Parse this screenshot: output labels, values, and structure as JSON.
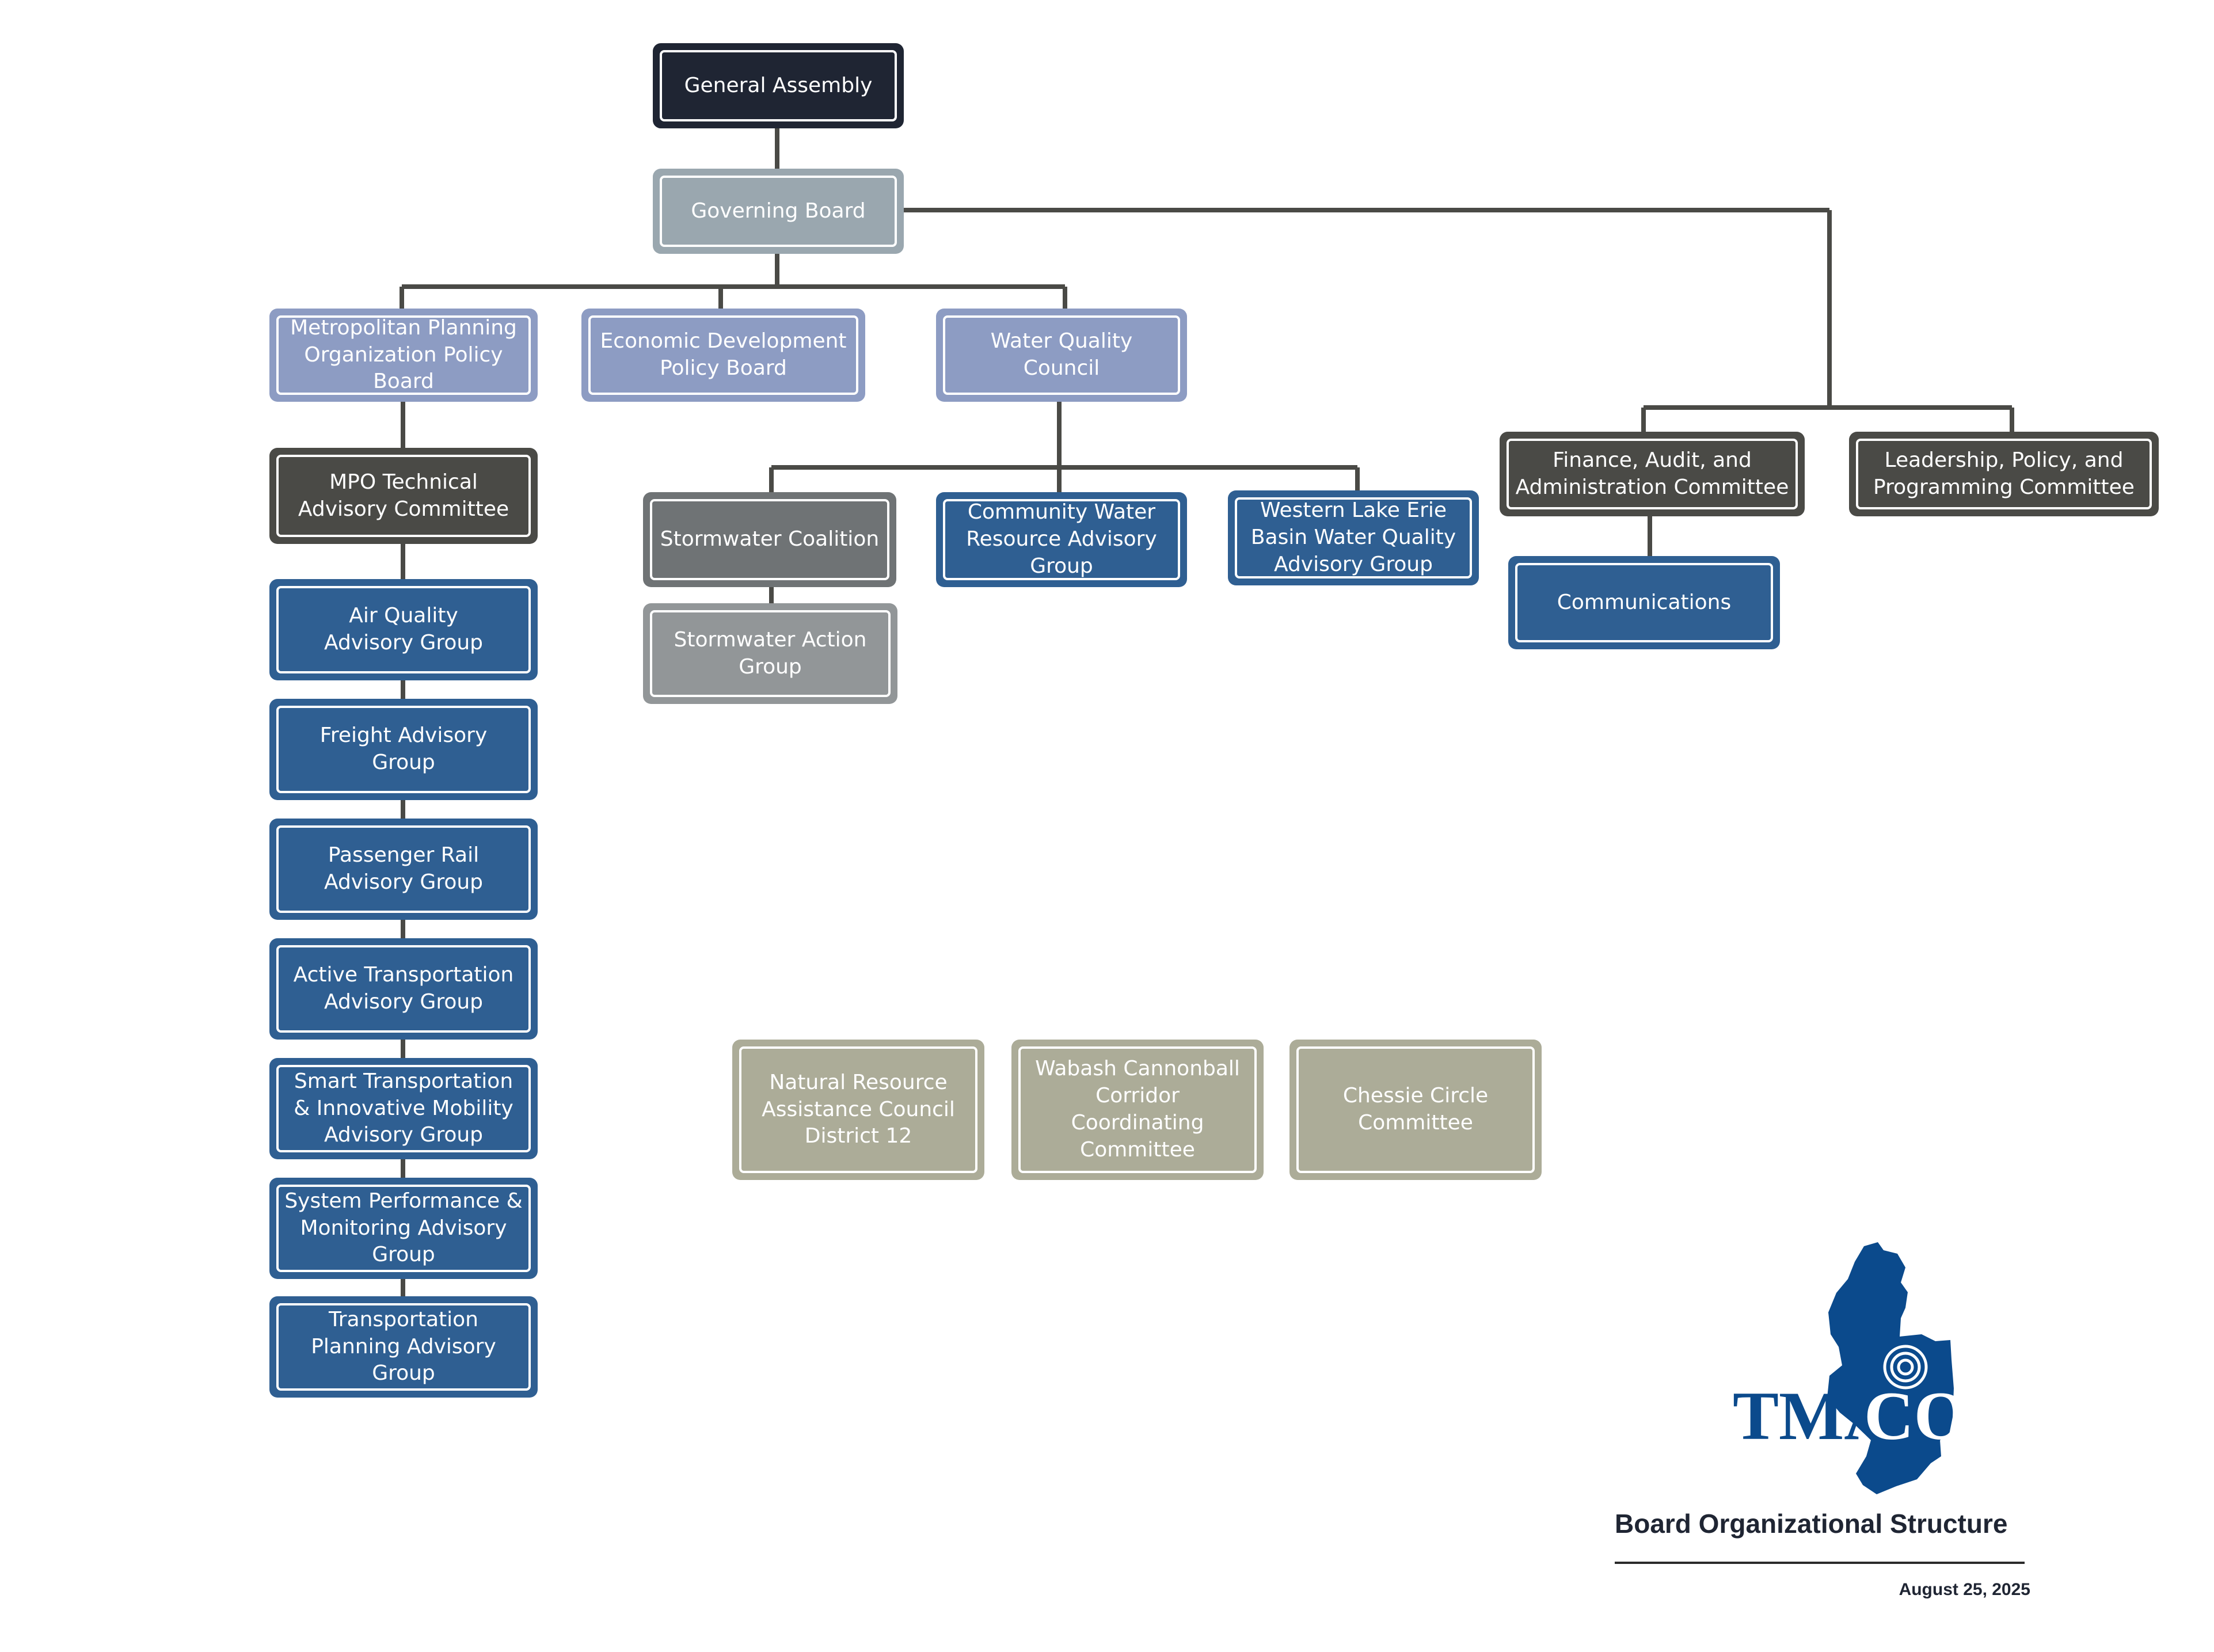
{
  "nodes": {
    "general_assembly": "General Assembly",
    "governing_board": "Governing Board",
    "mpo_policy_board": "Metropolitan Planning\nOrganization Policy\nBoard",
    "econ_dev_board": "Economic Development\nPolicy Board",
    "water_quality_council": "Water Quality\nCouncil",
    "mpo_tac": "MPO Technical\nAdvisory Committee",
    "air_quality": "Air Quality\nAdvisory Group",
    "freight": "Freight Advisory\nGroup",
    "passenger_rail": "Passenger Rail\nAdvisory Group",
    "active_transport": "Active Transportation\nAdvisory Group",
    "smart_transport": "Smart Transportation\n& Innovative Mobility\nAdvisory Group",
    "system_performance": "System Performance &\nMonitoring Advisory\nGroup",
    "transport_planning": "Transportation\nPlanning Advisory\nGroup",
    "stormwater_coalition": "Stormwater Coalition",
    "stormwater_action": "Stormwater Action\nGroup",
    "community_water": "Community Water\nResource Advisory\nGroup",
    "western_lake_erie": "Western Lake Erie\nBasin Water Quality\nAdvisory Group",
    "finance_committee": "Finance, Audit, and\nAdministration Committee",
    "leadership_committee": "Leadership, Policy, and\nProgramming Committee",
    "communications": "Communications",
    "natural_resource": "Natural Resource\nAssistance Council\nDistrict 12",
    "wabash": "Wabash Cannonball\nCorridor Coordinating\nCommittee",
    "chessie": "Chessie Circle\nCommittee"
  },
  "logo": {
    "text_left": "TMA",
    "text_right": "COG",
    "color": "#0b4a8c"
  },
  "footer": {
    "title": "Board Organizational Structure",
    "date": "August 25, 2025"
  },
  "colors": {
    "connector": "#4a4a46",
    "dark": "#1f2533",
    "slate": "#9aa7af",
    "lavender": "#8d9cc3",
    "charcoal": "#4a4a46",
    "blue": "#2f5f92",
    "gray": "#6f7375",
    "light_gray": "#929698",
    "olive": "#acac98"
  }
}
